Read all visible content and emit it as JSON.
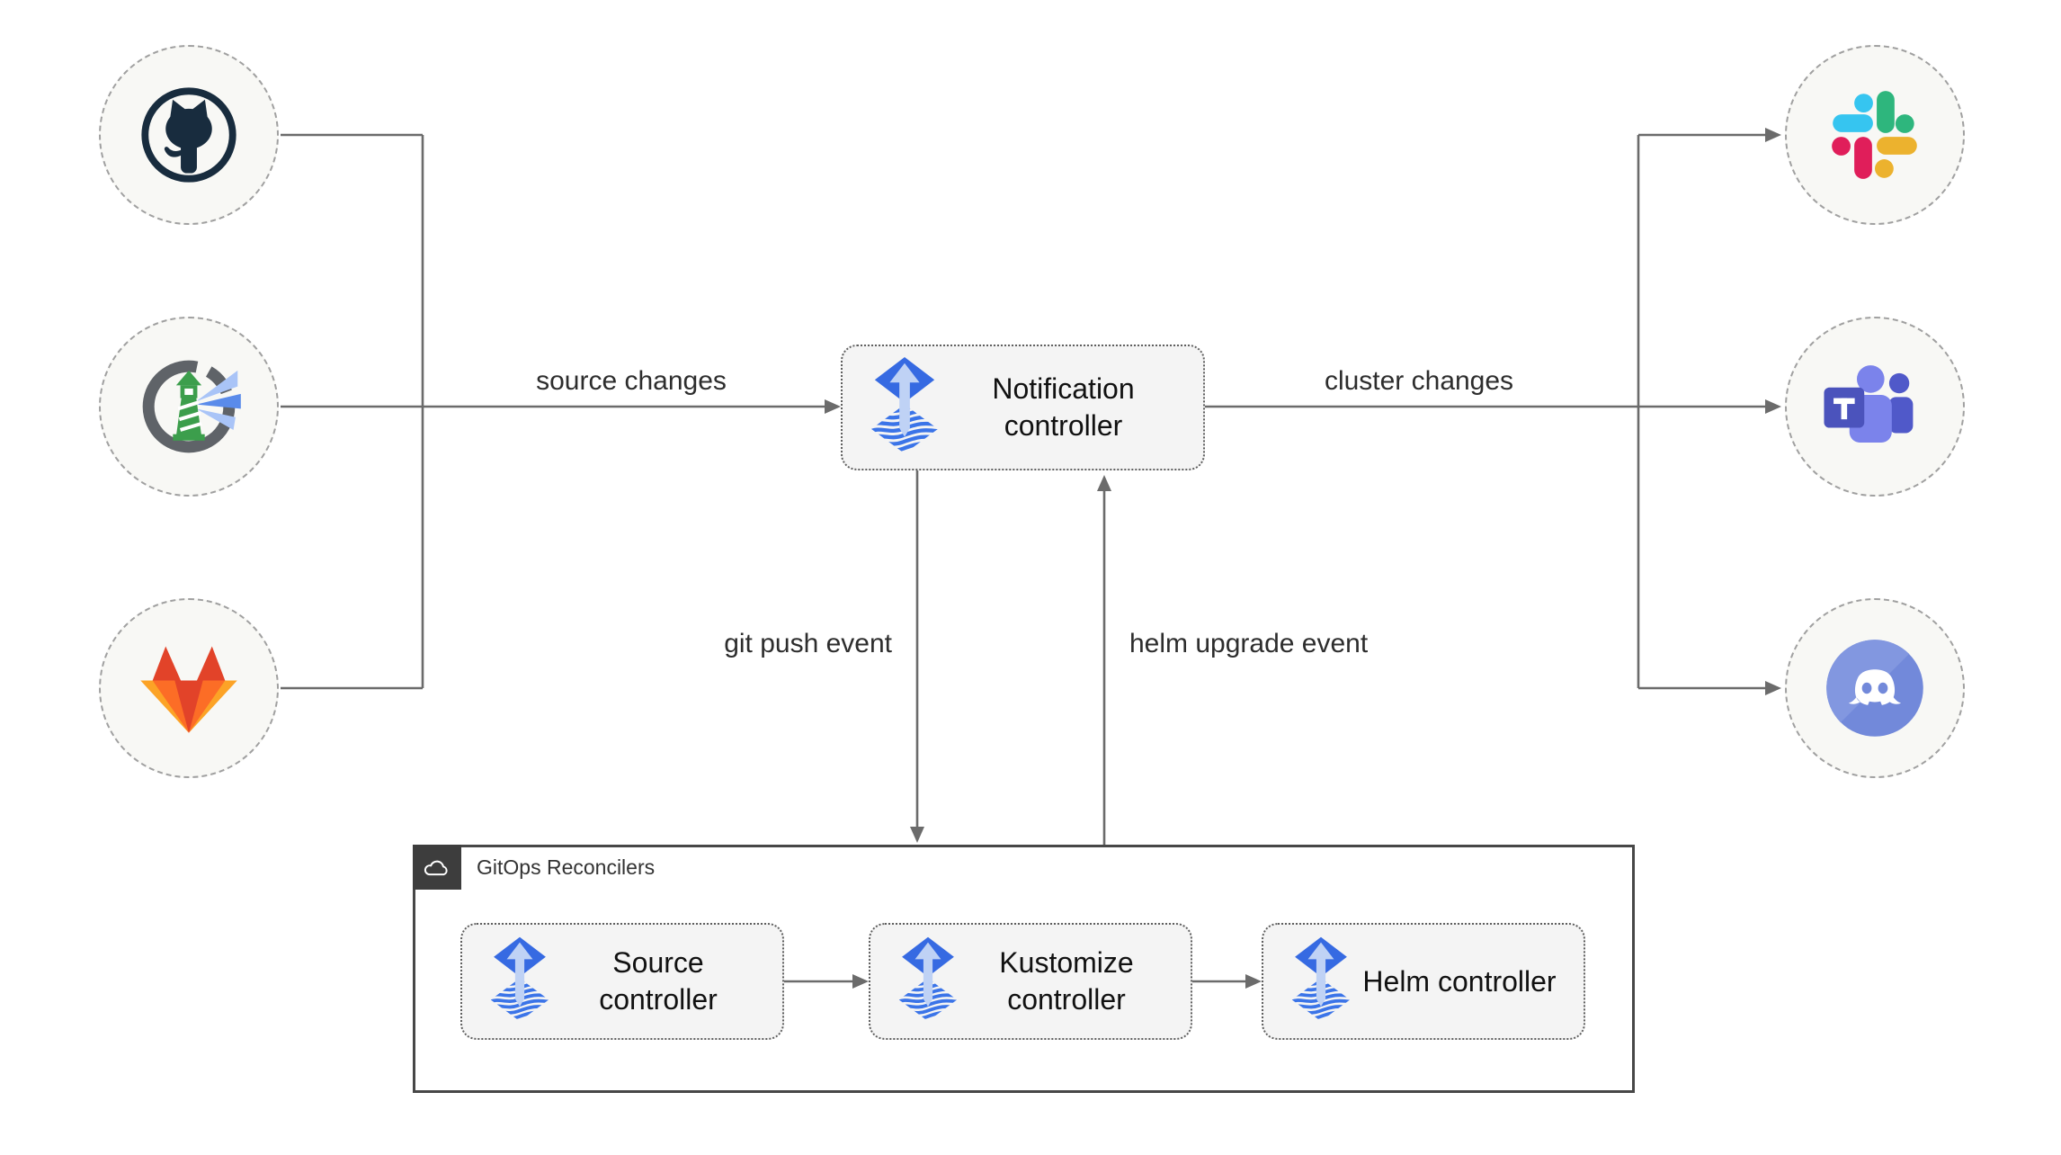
{
  "diagram": {
    "sources": [
      {
        "icon": "github-icon"
      },
      {
        "icon": "harbor-icon"
      },
      {
        "icon": "gitlab-icon"
      }
    ],
    "notification": {
      "label": "Notification controller",
      "icon": "flux-icon"
    },
    "channels": [
      {
        "icon": "slack-icon"
      },
      {
        "icon": "teams-icon"
      },
      {
        "icon": "discord-icon"
      }
    ],
    "edges": {
      "source_changes": "source changes",
      "cluster_changes": "cluster changes",
      "git_push": "git push event",
      "helm_upgrade": "helm upgrade event"
    },
    "reconcilers": {
      "title": "GitOps Reconcilers",
      "items": [
        {
          "label": "Source controller",
          "icon": "flux-icon"
        },
        {
          "label": "Kustomize controller",
          "icon": "flux-icon"
        },
        {
          "label": "Helm controller",
          "icon": "flux-icon"
        }
      ]
    },
    "colors": {
      "line": "#6b6b6b",
      "flux_blue": "#366AE2",
      "node_fill": "#f8f8f5",
      "box_fill": "#f4f4f4",
      "github_navy": "#182C3E",
      "harbor_green": "#3C9E4C",
      "gitlab": [
        "#E24329",
        "#FC6D26",
        "#FCA326"
      ],
      "slack": [
        "#36C5F0",
        "#2EB67D",
        "#E01E5A",
        "#ECB22E"
      ],
      "teams_indigo": "#4B53BC",
      "discord_blurple": "#7289DA"
    }
  }
}
